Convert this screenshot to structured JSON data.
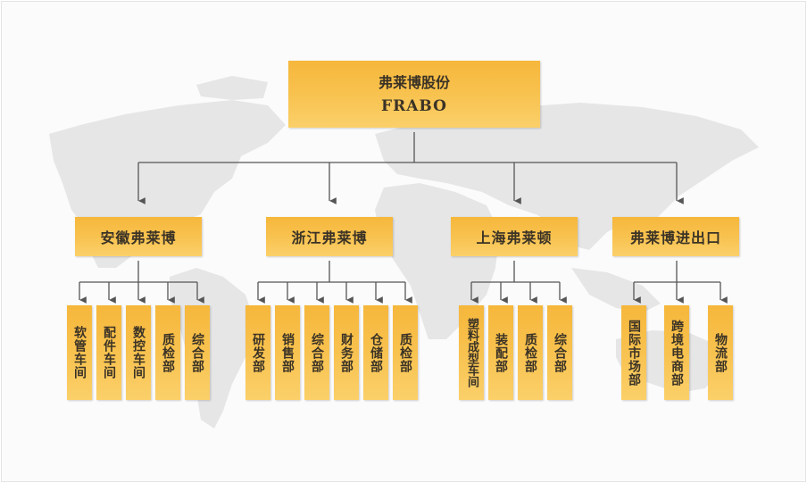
{
  "root": {
    "name_cn": "弗莱博股份",
    "name_en": "FRABO"
  },
  "colors": {
    "box_top": "#f6b73b",
    "box_bottom": "#fbd06a",
    "text": "#3b3326",
    "line": "#555555",
    "map": "#e6e6e6"
  },
  "divisions": [
    {
      "name": "安徽弗莱博",
      "departments": [
        "软管车间",
        "配件车间",
        "数控车间",
        "质检部",
        "综合部"
      ]
    },
    {
      "name": "浙江弗莱博",
      "departments": [
        "研发部",
        "销售部",
        "综合部",
        "财务部",
        "仓储部",
        "质检部"
      ]
    },
    {
      "name": "上海弗莱顿",
      "departments": [
        "塑料成型车间",
        "装配部",
        "质检部",
        "综合部"
      ]
    },
    {
      "name": "弗莱博进出口",
      "departments": [
        "国际市场部",
        "跨境电商部",
        "物流部"
      ]
    }
  ]
}
